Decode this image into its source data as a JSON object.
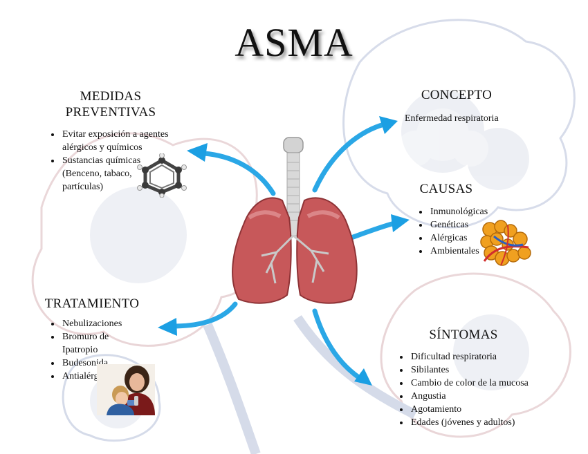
{
  "title": "ASMA",
  "nodes": {
    "medidas": {
      "heading": "MEDIDAS\nPREVENTIVAS",
      "items": [
        "Evitar exposición a agentes alérgicos y químicos",
        "Sustancias químicas (Benceno, tabaco, partículas)"
      ]
    },
    "concepto": {
      "heading": "CONCEPTO",
      "text": "Enfermedad respiratoria"
    },
    "causas": {
      "heading": "CAUSAS",
      "items": [
        "Inmunológicas",
        "Genéticas",
        "Alérgicas",
        "Ambientales"
      ]
    },
    "tratamiento": {
      "heading": "TRATAMIENTO",
      "items": [
        "Nebulizaciones",
        "Bromuro de Ipatropio",
        "Budesonida",
        "Antialérgicos"
      ]
    },
    "sintomas": {
      "heading": "SÍNTOMAS",
      "items": [
        "Dificultad respiratoria",
        "Sibilantes",
        "Cambio de color de la mucosa",
        "Angustia",
        "Agotamiento",
        "Edades (jóvenes y adultos)"
      ]
    }
  },
  "colors": {
    "arrow": "#2aa7e6",
    "lung": "#c7585a",
    "trachea": "#d9d9d9"
  },
  "icons": {
    "center": "lungs-illustration",
    "medidas": "benzene-molecule",
    "causas": "alveoli-cluster",
    "tratamiento": "mother-child-inhaler-photo"
  }
}
